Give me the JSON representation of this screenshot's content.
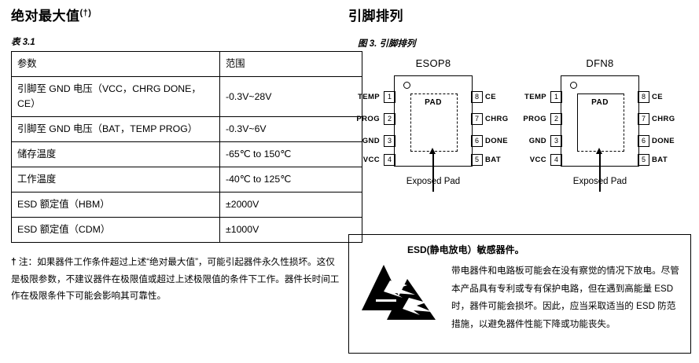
{
  "left": {
    "section_title": "绝对最大值",
    "section_title_dagger": "(†)",
    "table_caption": "表 3.1",
    "table": {
      "headers": [
        "参数",
        "范围"
      ],
      "rows": [
        [
          "引脚至 GND 电压（VCC，CHRG DONE，CE）",
          "-0.3V~28V"
        ],
        [
          "引脚至 GND 电压（BAT，TEMP PROG）",
          "-0.3V~6V"
        ],
        [
          "储存温度",
          "-65℃ to 150℃"
        ],
        [
          "工作温度",
          "-40℃ to 125℃"
        ],
        [
          "ESD 额定值（HBM）",
          "±2000V"
        ],
        [
          "ESD 额定值（CDM）",
          "±1000V"
        ]
      ]
    },
    "note_marker": "†",
    "note_text": "注：如果器件工作条件超过上述“绝对最大值”，可能引起器件永久性损坏。这仅是极限参数，不建议器件在极限值或超过上述极限值的条件下工作。器件长时间工作在极限条件下可能会影响其可靠性。"
  },
  "right": {
    "section_title": "引脚排列",
    "fig_caption_num": "图 3.",
    "fig_caption_text": "引脚排列",
    "packages": [
      {
        "name": "ESOP8",
        "pad_label": "PAD",
        "exposed_label": "Exposed Pad",
        "left_pins": [
          {
            "num": "1",
            "label": "TEMP"
          },
          {
            "num": "2",
            "label": "PROG"
          },
          {
            "num": "3",
            "label": "GND"
          },
          {
            "num": "4",
            "label": "VCC"
          }
        ],
        "right_pins": [
          {
            "num": "8",
            "label": "CE"
          },
          {
            "num": "7",
            "label": "CHRG"
          },
          {
            "num": "6",
            "label": "DONE"
          },
          {
            "num": "5",
            "label": "BAT"
          }
        ]
      },
      {
        "name": "DFN8",
        "pad_label": "PAD",
        "exposed_label": "Exposed Pad",
        "left_pins": [
          {
            "num": "1",
            "label": "TEMP"
          },
          {
            "num": "2",
            "label": "PROG"
          },
          {
            "num": "3",
            "label": "GND"
          },
          {
            "num": "4",
            "label": "VCC"
          }
        ],
        "right_pins": [
          {
            "num": "8",
            "label": "CE"
          },
          {
            "num": "7",
            "label": "CHRG"
          },
          {
            "num": "6",
            "label": "DONE"
          },
          {
            "num": "5",
            "label": "BAT"
          }
        ]
      }
    ],
    "esd": {
      "heading": "ESD(静电放电）敏感器件。",
      "lines": [
        "带电器件和电路板可能会在没有察觉的情况下放电。尽管",
        "本产品具有专利或专有保护电路，但在遇到高能量 ESD",
        "时，器件可能会损坏。因此，应当采取适当的 ESD 防范",
        "措施，以避免器件性能下降或功能丧失。"
      ]
    }
  }
}
